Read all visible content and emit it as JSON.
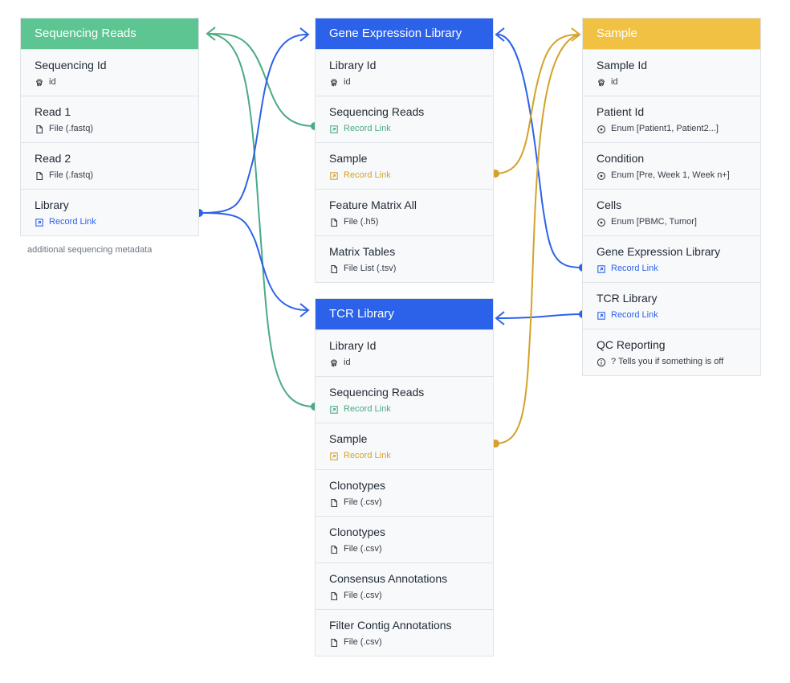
{
  "colors": {
    "sequencing": "#5cc591",
    "library": "#2c62ea",
    "sample": "#f1c144",
    "sequencing_link": "#4aaa83",
    "library_link": "#2c62ea",
    "sample_link": "#d4a22a"
  },
  "sequencing_reads": {
    "title": "Sequencing Reads",
    "caption": "additional sequencing metadata",
    "fields": [
      {
        "name": "Sequencing Id",
        "type": "id",
        "icon": "fingerprint-icon"
      },
      {
        "name": "Read 1",
        "type": "File (.fastq)",
        "icon": "file-icon"
      },
      {
        "name": "Read 2",
        "type": "File (.fastq)",
        "icon": "file-icon"
      },
      {
        "name": "Library",
        "type": "Record Link",
        "icon": "record-link-icon",
        "link": "library"
      }
    ]
  },
  "gene_expression_library": {
    "title": "Gene Expression Library",
    "fields": [
      {
        "name": "Library Id",
        "type": "id",
        "icon": "fingerprint-icon"
      },
      {
        "name": "Sequencing Reads",
        "type": "Record Link",
        "icon": "record-link-icon",
        "link": "sequencing"
      },
      {
        "name": "Sample",
        "type": "Record Link",
        "icon": "record-link-icon",
        "link": "sample"
      },
      {
        "name": "Feature Matrix All",
        "type": "File (.h5)",
        "icon": "file-icon"
      },
      {
        "name": "Matrix Tables",
        "type": "File List (.tsv)",
        "icon": "file-icon"
      }
    ]
  },
  "tcr_library": {
    "title": "TCR Library",
    "fields": [
      {
        "name": "Library Id",
        "type": "id",
        "icon": "fingerprint-icon"
      },
      {
        "name": "Sequencing Reads",
        "type": "Record Link",
        "icon": "record-link-icon",
        "link": "sequencing"
      },
      {
        "name": "Sample",
        "type": "Record Link",
        "icon": "record-link-icon",
        "link": "sample"
      },
      {
        "name": "Clonotypes",
        "type": "File (.csv)",
        "icon": "file-icon"
      },
      {
        "name": "Clonotypes",
        "type": "File (.csv)",
        "icon": "file-icon"
      },
      {
        "name": "Consensus Annotations",
        "type": "File (.csv)",
        "icon": "file-icon"
      },
      {
        "name": "Filter Contig Annotations",
        "type": "File (.csv)",
        "icon": "file-icon"
      }
    ]
  },
  "sample": {
    "title": "Sample",
    "fields": [
      {
        "name": "Sample Id",
        "type": "id",
        "icon": "fingerprint-icon"
      },
      {
        "name": "Patient Id",
        "type": "Enum [Patient1, Patient2...]",
        "icon": "enum-icon"
      },
      {
        "name": "Condition",
        "type": "Enum [Pre, Week 1, Week n+]",
        "icon": "enum-icon"
      },
      {
        "name": "Cells",
        "type": "Enum [PBMC, Tumor]",
        "icon": "enum-icon"
      },
      {
        "name": "Gene Expression Library",
        "type": "Record Link",
        "icon": "record-link-icon",
        "link": "library"
      },
      {
        "name": "TCR Library",
        "type": "Record Link",
        "icon": "record-link-icon",
        "link": "library"
      },
      {
        "name": "QC Reporting",
        "type": "? Tells you if something is off",
        "icon": "info-icon"
      }
    ]
  }
}
